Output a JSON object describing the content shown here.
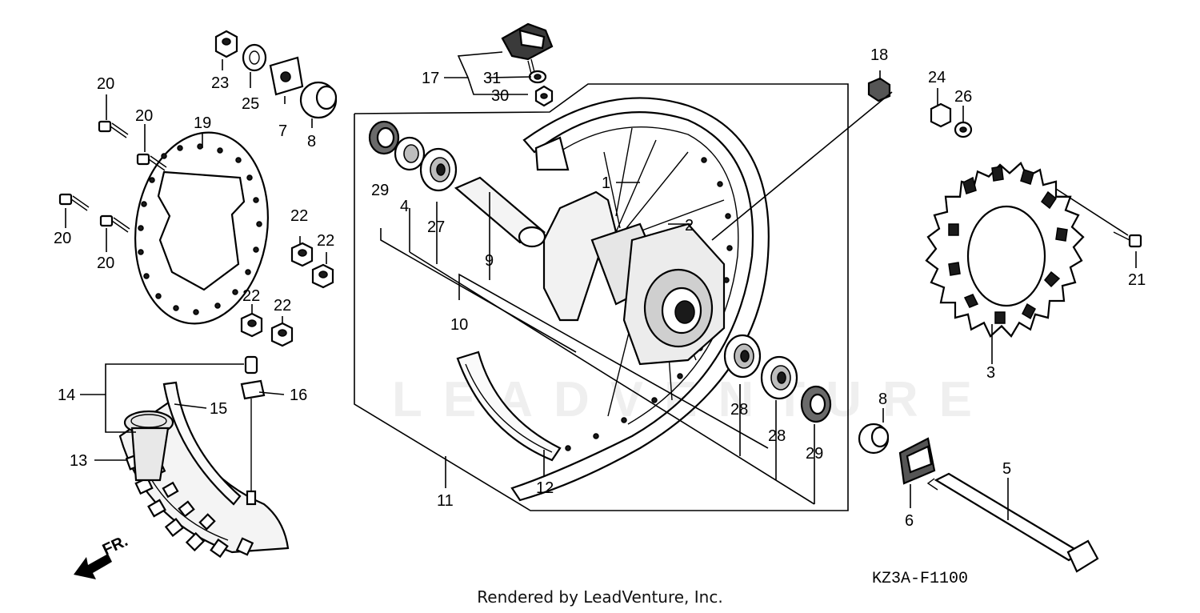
{
  "diagram": {
    "code": "KZ3A-F1100",
    "watermark": "LEADVENTURE",
    "credit": "Rendered by LeadVenture, Inc.",
    "direction_label": "FR.",
    "callouts": [
      "1",
      "2",
      "3",
      "4",
      "5",
      "6",
      "7",
      "8",
      "8",
      "9",
      "10",
      "11",
      "12",
      "13",
      "14",
      "15",
      "16",
      "17",
      "18",
      "19",
      "20",
      "20",
      "20",
      "20",
      "21",
      "22",
      "22",
      "22",
      "22",
      "23",
      "24",
      "25",
      "26",
      "27",
      "28",
      "28",
      "29",
      "29",
      "30",
      "31"
    ]
  }
}
